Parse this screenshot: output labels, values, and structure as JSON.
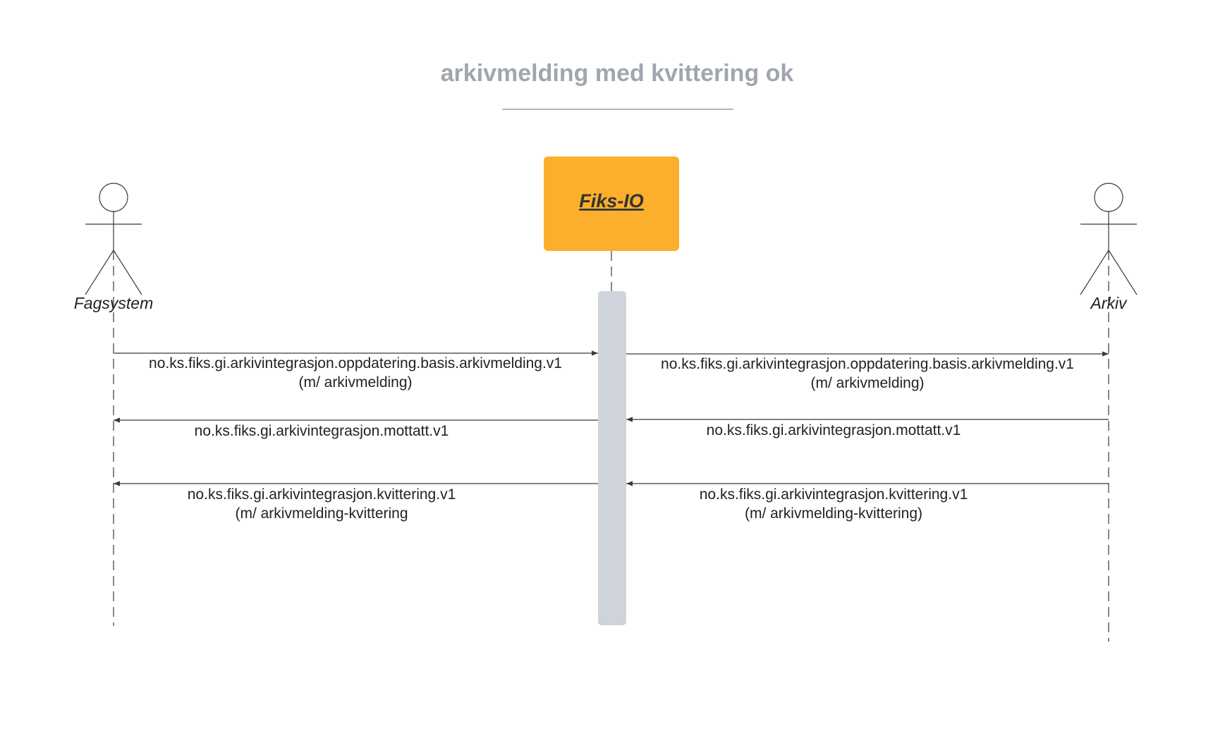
{
  "title": "arkivmelding med kvittering ok",
  "colors": {
    "title": "#a0a6ae",
    "rule": "#9aa0a8",
    "line": "#3a3a3a",
    "text": "#222222",
    "fiks_box": "#fcaf2c",
    "activation": "#cfd4dc"
  },
  "participants": {
    "fagsystem": {
      "label": "Fagsystem",
      "type": "actor"
    },
    "fiks": {
      "label": "Fiks-IO",
      "type": "box"
    },
    "arkiv": {
      "label": "Arkiv",
      "type": "actor"
    }
  },
  "messages": [
    {
      "from": "fagsystem",
      "to": "fiks",
      "line1": "no.ks.fiks.gi.arkivintegrasjon.oppdatering.basis.arkivmelding.v1",
      "line2": "(m/ arkivmelding)"
    },
    {
      "from": "fiks",
      "to": "arkiv",
      "line1": "no.ks.fiks.gi.arkivintegrasjon.oppdatering.basis.arkivmelding.v1",
      "line2": "(m/ arkivmelding)"
    },
    {
      "from": "fiks",
      "to": "fagsystem",
      "line1": "no.ks.fiks.gi.arkivintegrasjon.mottatt.v1",
      "line2": ""
    },
    {
      "from": "arkiv",
      "to": "fiks",
      "line1": "no.ks.fiks.gi.arkivintegrasjon.mottatt.v1",
      "line2": ""
    },
    {
      "from": "fiks",
      "to": "fagsystem",
      "line1": "no.ks.fiks.gi.arkivintegrasjon.kvittering.v1",
      "line2": "(m/ arkivmelding-kvittering"
    },
    {
      "from": "arkiv",
      "to": "fiks",
      "line1": "no.ks.fiks.gi.arkivintegrasjon.kvittering.v1",
      "line2": "(m/ arkivmelding-kvittering)"
    }
  ]
}
